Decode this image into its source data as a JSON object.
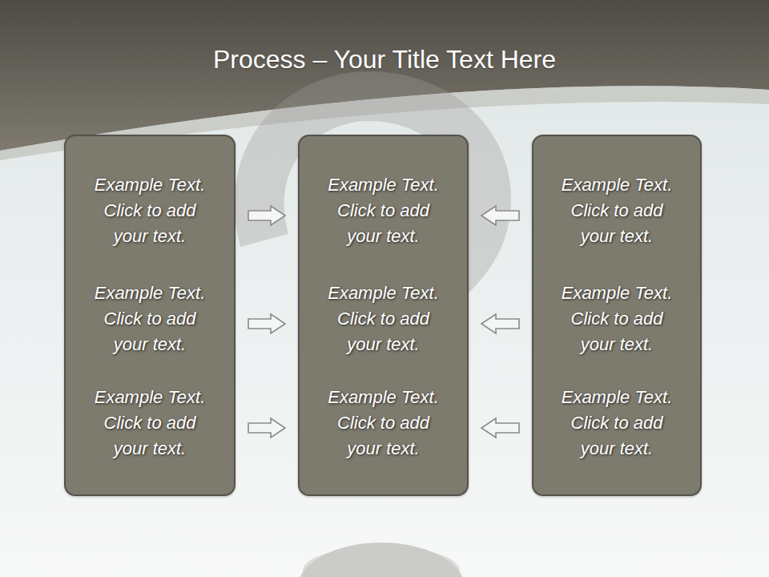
{
  "diagram": {
    "title": "Process – Your Title Text Here",
    "nodes": [
      {
        "text": [
          "Example Text. Click to add your text.",
          "Example Text. Click to add your text.",
          "Example Text. Click to add your text."
        ]
      },
      {
        "text": [
          "Example Text. Click to add your text.",
          "Example Text. Click to add your text.",
          "Example Text. Click to add your text."
        ]
      },
      {
        "text": [
          "Example Text. Click to add your text.",
          "Example Text. Click to add your text.",
          "Example Text. Click to add your text."
        ]
      }
    ],
    "edges": [
      {
        "from": 0,
        "to": 1,
        "arrow": "to"
      },
      {
        "from": 0,
        "to": 1,
        "arrow": "to"
      },
      {
        "from": 0,
        "to": 1,
        "arrow": "to"
      },
      {
        "from": 2,
        "to": 1,
        "arrow": "to"
      },
      {
        "from": 2,
        "to": 1,
        "arrow": "to"
      },
      {
        "from": 2,
        "to": 1,
        "arrow": "to"
      }
    ]
  }
}
